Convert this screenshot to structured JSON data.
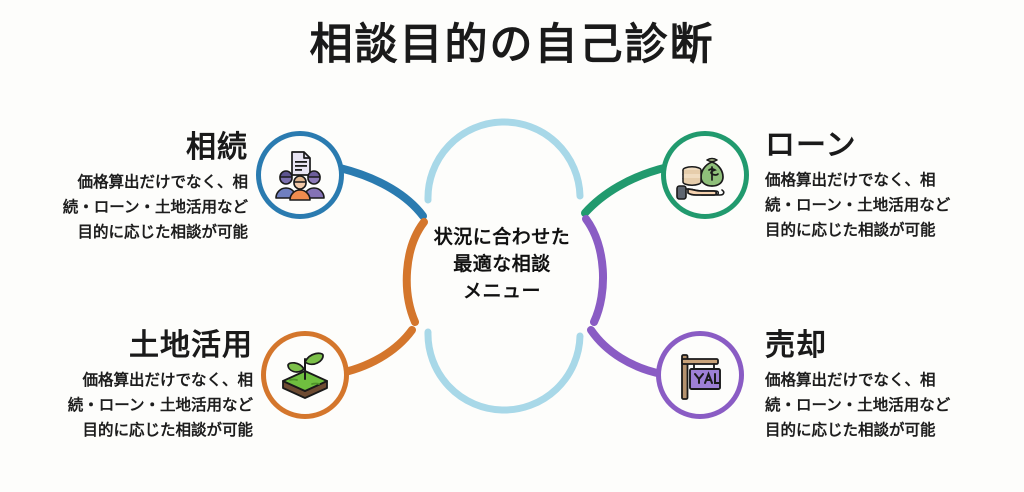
{
  "title": "相談目的の自己診断",
  "hub": {
    "name": "center-hub",
    "lines": [
      "状況に合わせた",
      "最適な相談",
      "メニュー"
    ]
  },
  "shared_description": [
    "価格算出だけでなく、相",
    "続・ローン・土地活用など",
    "目的に応じた相談が可能"
  ],
  "branches": [
    {
      "key": "inheritance",
      "label": "相続",
      "icon": "document-people-icon",
      "color": "#2a7bb0",
      "position": "top-left",
      "description": [
        "価格算出だけでなく、相",
        "続・ローン・土地活用など",
        "目的に応じた相談が可能"
      ]
    },
    {
      "key": "loan",
      "label": "ローン",
      "icon": "hand-money-icon",
      "color": "#219a6e",
      "position": "top-right",
      "description": [
        "価格算出だけでなく、相",
        "続・ローン・土地活用など",
        "目的に応じた相談が可能"
      ]
    },
    {
      "key": "land",
      "label": "土地活用",
      "icon": "sprout-land-icon",
      "color": "#d4762c",
      "position": "bottom-left",
      "description": [
        "価格算出だけでなく、相",
        "続・ローン・土地活用など",
        "目的に応じた相談が可能"
      ]
    },
    {
      "key": "sale",
      "label": "売却",
      "icon": "for-sale-sign-icon",
      "color": "#8a5cc4",
      "position": "bottom-right",
      "description": [
        "価格算出だけでなく、相",
        "続・ローン・土地活用など",
        "目的に応じた相談が可能"
      ]
    }
  ],
  "colors": {
    "background": "#fdfdfb",
    "text": "#1a1a1a",
    "hub_ring_light": "#a8d8e8",
    "blue": "#2a7bb0",
    "green": "#219a6e",
    "orange": "#d4762c",
    "purple": "#8a5cc4"
  }
}
